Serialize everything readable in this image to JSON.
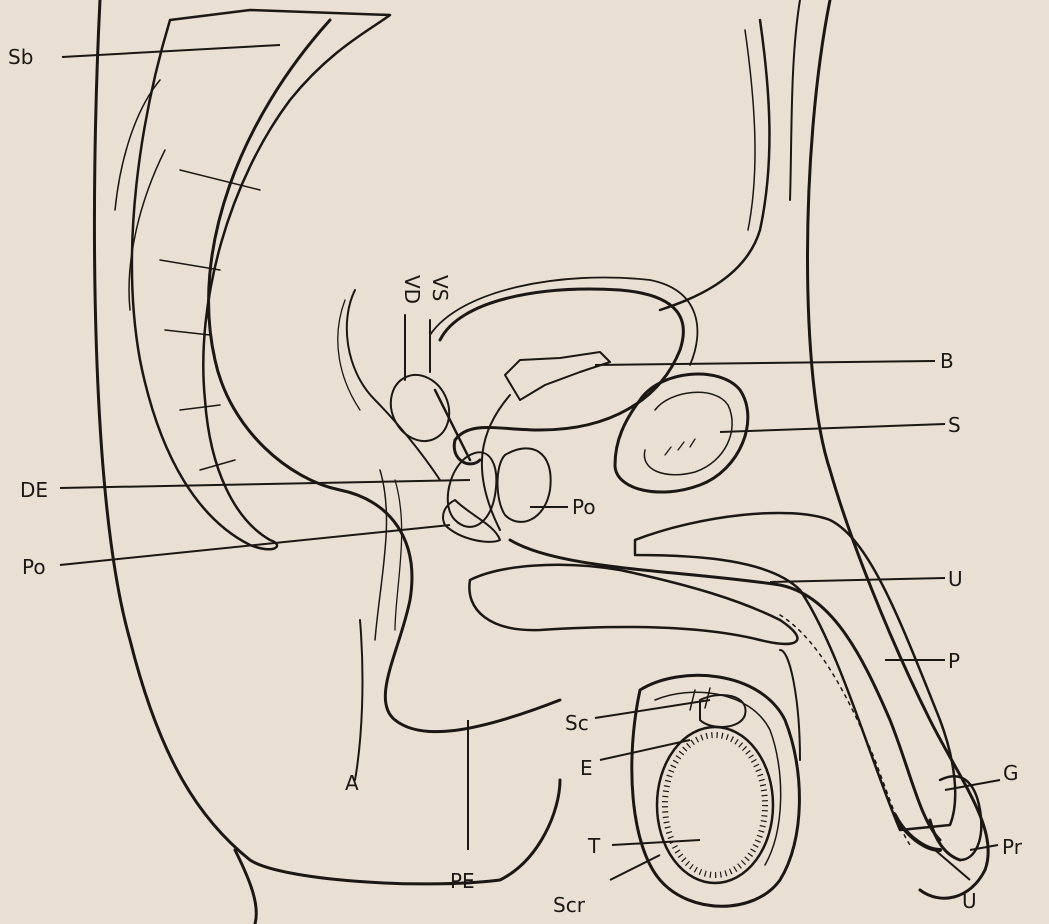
{
  "labels": {
    "sb": "Sb",
    "vd": "VD",
    "vs": "VS",
    "b": "B",
    "s": "S",
    "de": "DE",
    "po_left": "Po",
    "po_right": "Po",
    "u_upper": "U",
    "p": "P",
    "sc": "Sc",
    "e": "E",
    "g": "G",
    "t": "T",
    "pr": "Pr",
    "u_lower": "U",
    "a": "A",
    "pe": "PE",
    "scr": "Scr"
  },
  "colors": {
    "paper": "#e9e0d3",
    "ink": "#1b1714"
  }
}
